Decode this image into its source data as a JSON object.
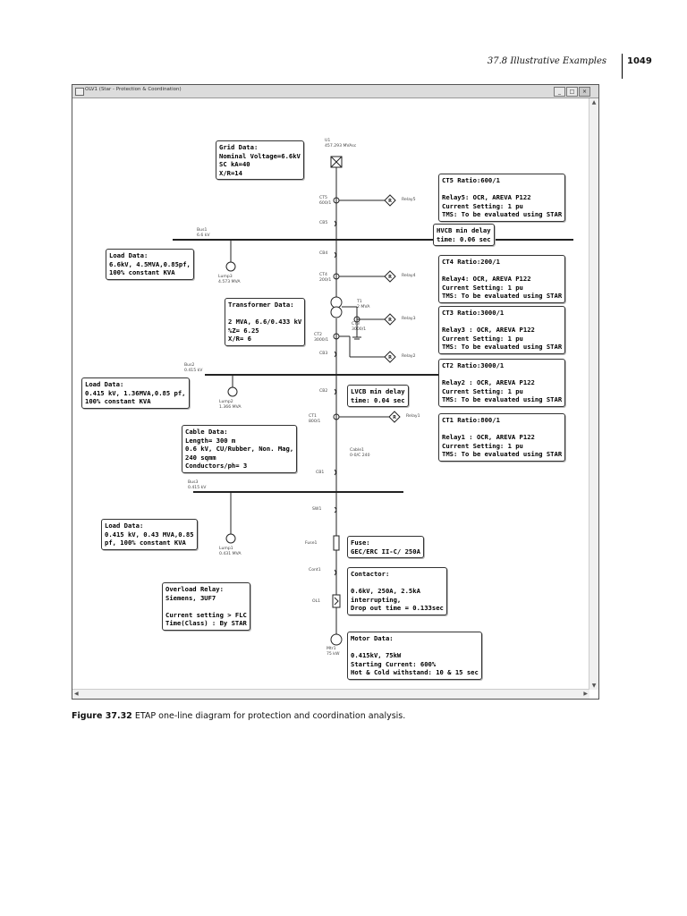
{
  "header": {
    "section_title": "37.8 Illustrative Examples",
    "page_number": "1049"
  },
  "window": {
    "title": "OLV1 (Star - Protection & Coordination)",
    "btn_min": "_",
    "btn_max": "□",
    "btn_close": "×"
  },
  "scroll": {
    "up": "▲",
    "down": "▼",
    "left": "◀",
    "right": "▶"
  },
  "boxes": {
    "grid": "Grid Data:\nNominal Voltage=6.6kV\nSC kA=40\nX/R=14",
    "ct5": "CT5 Ratio:600/1\n\nRelay5: OCR, AREVA P122\nCurrent Setting: 1 pu\nTMS: To be evaluated using STAR",
    "hvcb": "HVCB min delay\ntime: 0.06 sec",
    "load1": "Load Data:\n6.6kV, 4.5MVA,0.85pf,\n100% constant KVA",
    "ct4": "CT4 Ratio:200/1\n\nRelay4: OCR, AREVA P122\nCurrent Setting: 1 pu\nTMS: To be evaluated using STAR",
    "transformer": "Transformer Data:\n\n2 MVA, 6.6/0.433 kV\n%Z= 6.25\nX/R= 6",
    "ct3": "CT3 Ratio:3000/1\n\nRelay3 : OCR, AREVA P122\nCurrent Setting: 1 pu\nTMS: To be evaluated using STAR",
    "ct2": "CT2 Ratio:3000/1\n\nRelay2 : OCR, AREVA P122\nCurrent Setting: 1 pu\nTMS: To be evaluated using STAR",
    "load2": "Load Data:\n0.415 kV, 1.36MVA,0.85 pf,\n100% constant KVA",
    "lvcb": "LVCB min delay\ntime: 0.04 sec",
    "ct1": "CT1 Ratio:800/1\n\nRelay1 : OCR, AREVA P122\nCurrent Setting: 1 pu\nTMS: To be evaluated using STAR",
    "cable": "Cable Data:\nLength= 300 m\n0.6 kV, CU/Rubber, Non. Mag,\n240 sqmm\nConductors/ph= 3",
    "load3": "Load Data:\n0.415 kV, 0.43 MVA,0.85\npf, 100% constant KVA",
    "fuse": "Fuse:\nGEC/ERC II-C/ 250A",
    "contactor": "Contactor:\n\n0.6kV, 250A, 2.5kA\ninterrupting,\nDrop out time = 0.133sec",
    "overload": "Overload Relay:\nSiemens, 3UF7\n\nCurrent setting > FLC\nTime(Class) : By STAR",
    "motor": "Motor Data:\n\n0.415kV, 75kW\nStarting Current: 600%\nHot & Cold withstand: 10 & 15 sec"
  },
  "labels": {
    "u1": "U1\n457.293 MVAsc",
    "ct5": "CT5\n600/1",
    "relay5": "Relay5",
    "cb5": "CB5",
    "bus1": "Bus1\n6.6 kV",
    "cb4": "CB4",
    "lump3": "Lump3\n4.573 MVA",
    "ct4": "CT4\n200/1",
    "relay4": "Relay4",
    "t1": "T1\n2 MVA",
    "ct3": "CT3\n3000/1",
    "relay3": "Relay3",
    "ct2": "CT2\n3000/1",
    "relay2": "Relay2",
    "cb3": "CB3",
    "bus2": "Bus2\n0.415 kV",
    "cb2": "CB2",
    "lump2": "Lump2\n1.366 MVA",
    "ct1": "CT1\n800/1",
    "relay1": "Relay1",
    "cable1": "Cable1\n0-0/C 240",
    "cb1": "CB1",
    "bus3": "Bus3\n0.415 kV",
    "sw1": "SW1",
    "lump1": "Lump1\n0.431 MVA",
    "fuse1": "Fuse1",
    "cont1": "Cont1",
    "ol1": "OL1",
    "mtr1": "Mtr1\n75 kW"
  },
  "relay_symbol": "R",
  "caption": {
    "figure_label": "Figure 37.32",
    "text": "ETAP one-line diagram for protection and coordination analysis."
  }
}
